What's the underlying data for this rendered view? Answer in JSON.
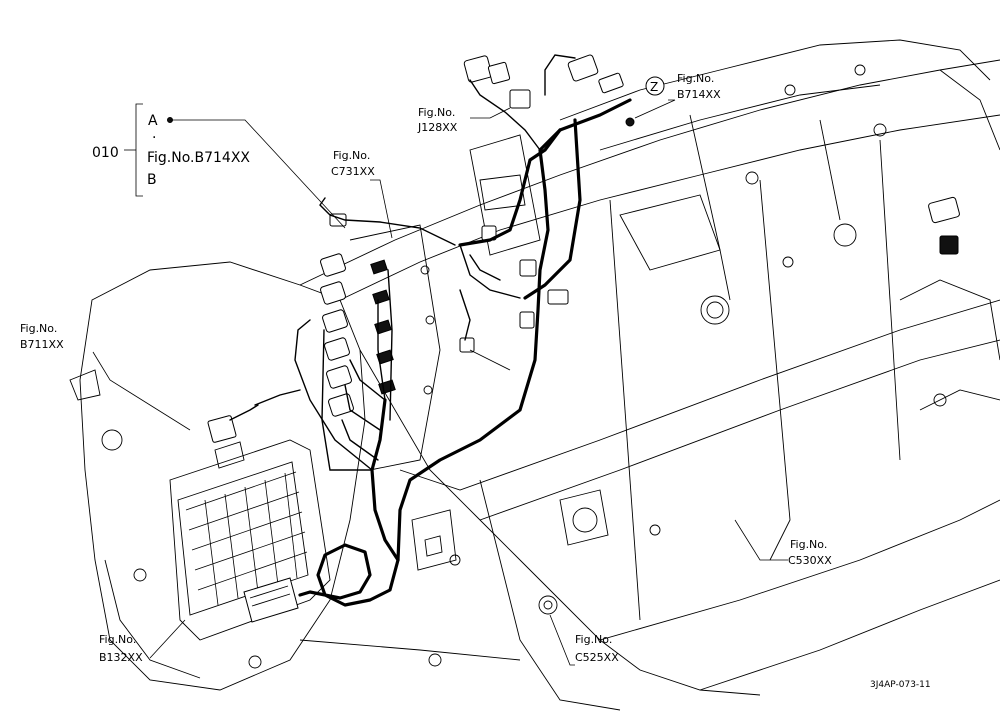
{
  "legend": {
    "code": "010",
    "option_a": "A",
    "dot": "·",
    "fig_ref": "Fig.No.B714XX",
    "option_b": "B"
  },
  "callouts": [
    {
      "id": "j128",
      "line1": "Fig.No.",
      "line2": "J128XX"
    },
    {
      "id": "c731",
      "line1": "Fig.No.",
      "line2": "C731XX"
    },
    {
      "id": "b714",
      "line1": "Fig.No.",
      "line2": "B714XX",
      "marker": "Z"
    },
    {
      "id": "b711",
      "line1": "Fig.No.",
      "line2": "B711XX"
    },
    {
      "id": "b132",
      "line1": "Fig.No.",
      "line2": "B132XX"
    },
    {
      "id": "c525",
      "line1": "Fig.No.",
      "line2": "C525XX"
    },
    {
      "id": "c530",
      "line1": "Fig.No.",
      "line2": "C530XX"
    }
  ],
  "drawing_id": "3J4AP-073-11"
}
